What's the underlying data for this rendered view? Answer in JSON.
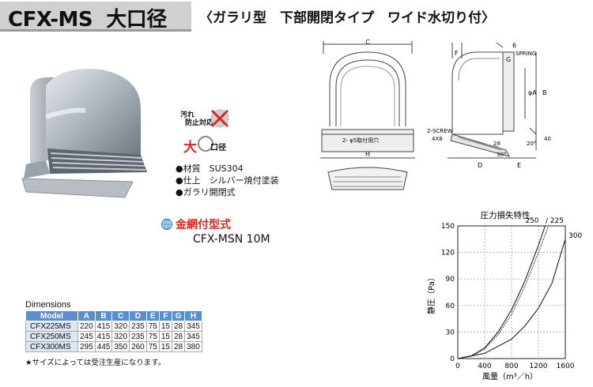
{
  "header": {
    "title": "CFX-MS  大口径",
    "subtitle": "〈ガラリ型　下部開閉タイプ　ワイド水切り付〉"
  },
  "badges": {
    "anti_dirt_line1": "汚れ",
    "anti_dirt_line2": "防止対応",
    "large_char": "大",
    "large_rest": "口径"
  },
  "specs": [
    "●材質　SUS304",
    "●仕上　シルバー焼付塗装",
    "●ガラリ開閉式"
  ],
  "mesh": {
    "title": "金網付型式",
    "model": "CFX-MSN 10M"
  },
  "drawing_labels": {
    "C": "C",
    "H": "H",
    "D": "D",
    "E": "E",
    "B": "B",
    "A": "φA",
    "F": "F",
    "G": "G",
    "six": "6",
    "spring": "SPRING",
    "holes": "2- φ5取付用穴",
    "screw_1": "2-SCREW",
    "screw_2": "4X8",
    "angle_28": "28",
    "angle_20": "20°",
    "angle_30": "30°",
    "dim_40": "40"
  },
  "dimensions": {
    "label": "Dimensions",
    "headers": [
      "Model",
      "A",
      "B",
      "C",
      "D",
      "E",
      "F",
      "G",
      "H"
    ],
    "rows": [
      [
        "CFX225MS",
        "220",
        "415",
        "320",
        "235",
        "75",
        "15",
        "28",
        "345"
      ],
      [
        "CFX250MS",
        "245",
        "415",
        "320",
        "235",
        "75",
        "15",
        "28",
        "345"
      ],
      [
        "CFX300MS",
        "295",
        "445",
        "350",
        "260",
        "75",
        "15",
        "28",
        "380"
      ]
    ],
    "note": "★サイズによっては受注生産になります。"
  },
  "chart_data": {
    "type": "line",
    "title": "圧力損失特性",
    "xlabel": "風量（m³／h）",
    "ylabel": "静圧（Pa）",
    "xlim": [
      0,
      1600
    ],
    "ylim": [
      0,
      150
    ],
    "xticks": [
      "0",
      "400",
      "800",
      "1200",
      "1600"
    ],
    "yticks": [
      "0",
      "30",
      "60",
      "90",
      "120",
      "150"
    ],
    "grid": true,
    "series": [
      {
        "name": "250",
        "x": [
          0,
          200,
          400,
          600,
          800,
          1000,
          1200,
          1300
        ],
        "y": [
          0,
          3,
          12,
          30,
          55,
          88,
          128,
          150
        ]
      },
      {
        "name": "225",
        "x": [
          0,
          200,
          400,
          600,
          800,
          1000,
          1200,
          1350
        ],
        "y": [
          0,
          2.5,
          11,
          27,
          50,
          82,
          120,
          150
        ]
      },
      {
        "name": "300",
        "x": [
          0,
          400,
          800,
          1000,
          1200,
          1400,
          1600
        ],
        "y": [
          0,
          6,
          22,
          37,
          57,
          85,
          135
        ]
      }
    ]
  },
  "colors": {
    "title_bg": "#d0d0d0",
    "accent_red": "#e0271f",
    "table_header": "#5a8fcf",
    "drawing_line": "#444444"
  }
}
